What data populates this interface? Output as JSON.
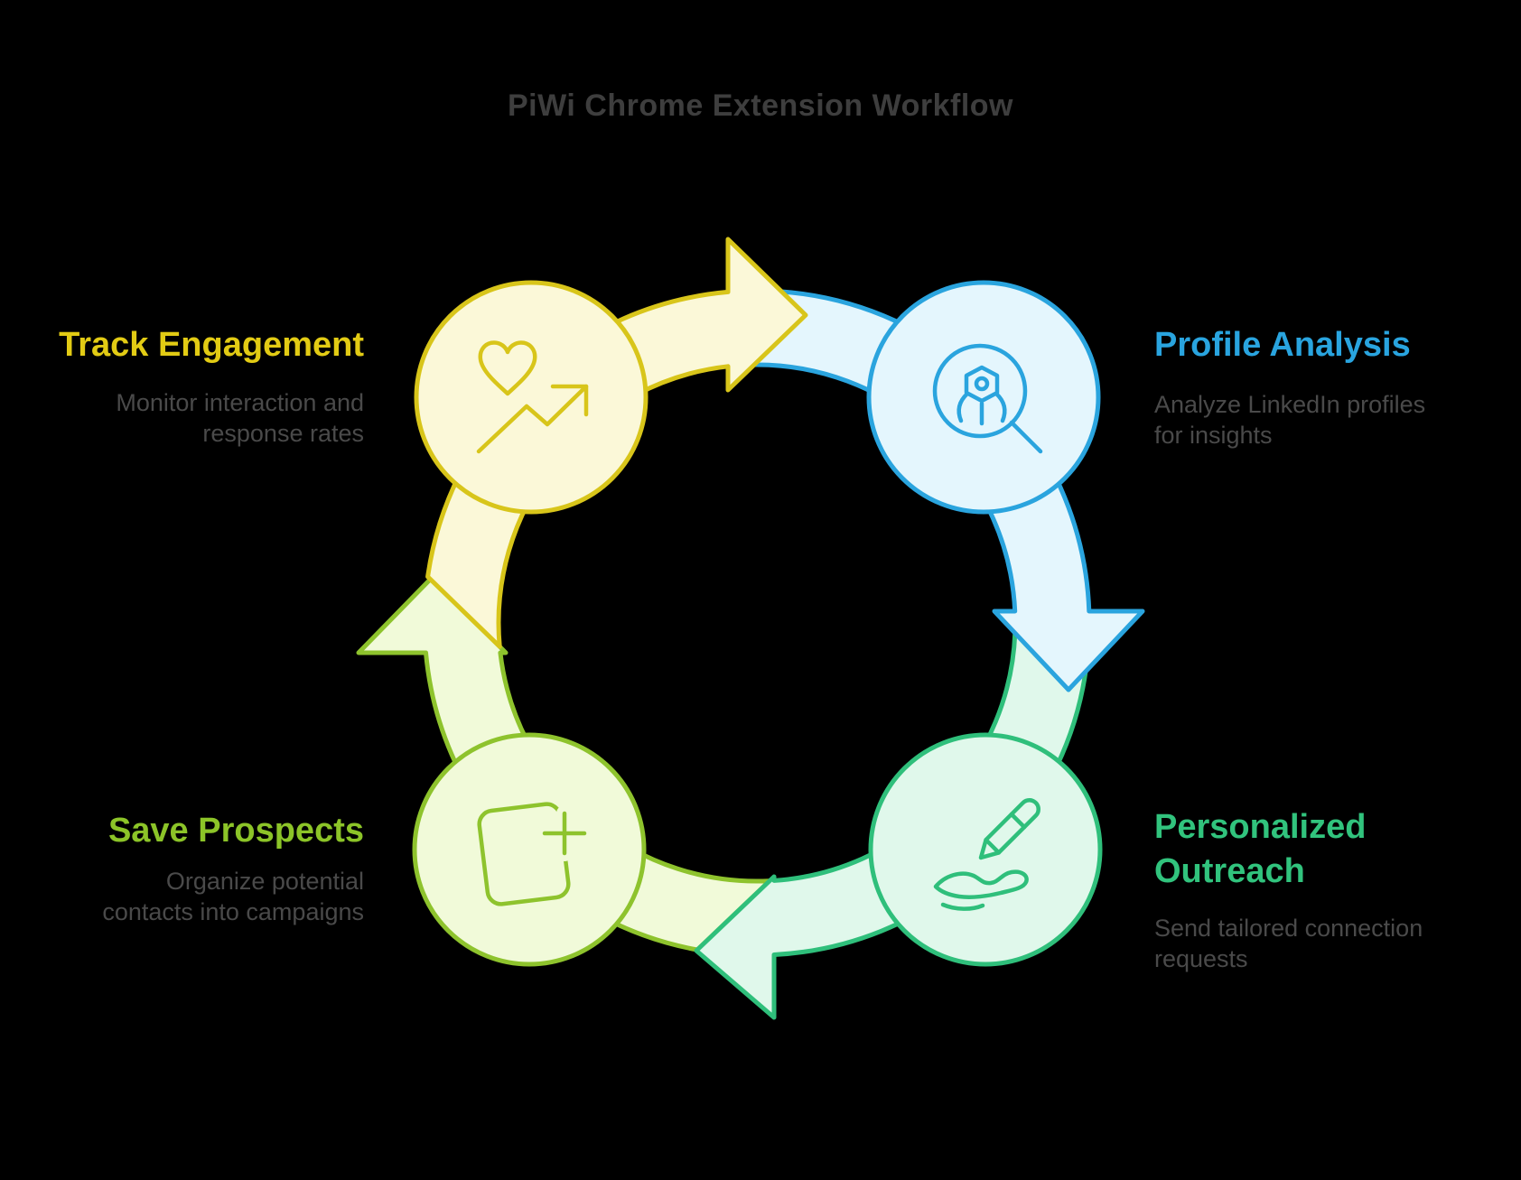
{
  "title": "PiWi Chrome Extension Workflow",
  "background_color": "#000000",
  "title_color": "#3e3e3e",
  "description_color": "#4a4a4a",
  "steps": [
    {
      "id": "track-engagement",
      "label": "Track Engagement",
      "description": "Monitor interaction and\nresponse rates",
      "icon": "heart-trend-icon",
      "accent_color": "#e2cb14",
      "shape_stroke": "#d8c51a",
      "shape_fill": "#fbf8d8"
    },
    {
      "id": "profile-analysis",
      "label": "Profile Analysis",
      "description": "Analyze LinkedIn profiles\nfor insights",
      "icon": "scan-profile-icon",
      "accent_color": "#29a4df",
      "shape_stroke": "#2aa4de",
      "shape_fill": "#e4f6fd"
    },
    {
      "id": "personalized-outreach",
      "label": "Personalized\nOutreach",
      "description": "Send tailored connection\nrequests",
      "icon": "pencil-hand-icon",
      "accent_color": "#31c37d",
      "shape_stroke": "#2fbf7b",
      "shape_fill": "#e0f8eb"
    },
    {
      "id": "save-prospects",
      "label": "Save Prospects",
      "description": "Organize potential\ncontacts into campaigns",
      "icon": "add-card-icon",
      "accent_color": "#8cc428",
      "shape_stroke": "#8ec32d",
      "shape_fill": "#f1fad9"
    }
  ],
  "flow_order": [
    "track-engagement",
    "profile-analysis",
    "personalized-outreach",
    "save-prospects"
  ]
}
